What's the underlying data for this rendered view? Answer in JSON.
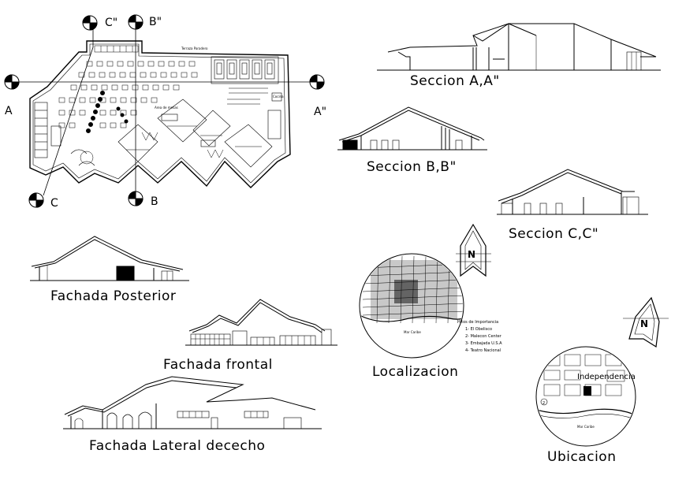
{
  "section_marks": {
    "a_left": "A",
    "a_right": "A\"",
    "b_top": "B\"",
    "b_bottom": "B",
    "c_top": "C\"",
    "c_bottom": "C"
  },
  "titles": {
    "seccion_aa": "Seccion A,A\"",
    "seccion_bb": "Seccion B,B\"",
    "seccion_cc": "Seccion C,C\"",
    "fachada_posterior": "Fachada Posterior",
    "fachada_frontal": "Fachada frontal",
    "fachada_lateral": "Fachada Lateral dececho",
    "localizacion": "Localizacion",
    "ubicacion": "Ubicacion"
  },
  "north_arrows": {
    "letter_1": "N",
    "letter_2": "N"
  },
  "localizacion_legend": {
    "heading": "Hitos de Importancia",
    "items": [
      "1- El Obelisco",
      "2- Malecon Center",
      "3- Embajada U.S.A",
      "4- Teatro Nacional"
    ],
    "map_label": "Mar Caribe"
  },
  "ubicacion_map": {
    "street_label": "Independencia",
    "map_label": "Mar Caribe",
    "marker": "2"
  },
  "plan_labels": {
    "terrace": "Terraza Paradero",
    "kitchen": "Cocina",
    "zone": "Area de mesas"
  },
  "colors": {
    "line": "#000000",
    "background": "#ffffff",
    "accent_fill": "#c8c8c8"
  }
}
